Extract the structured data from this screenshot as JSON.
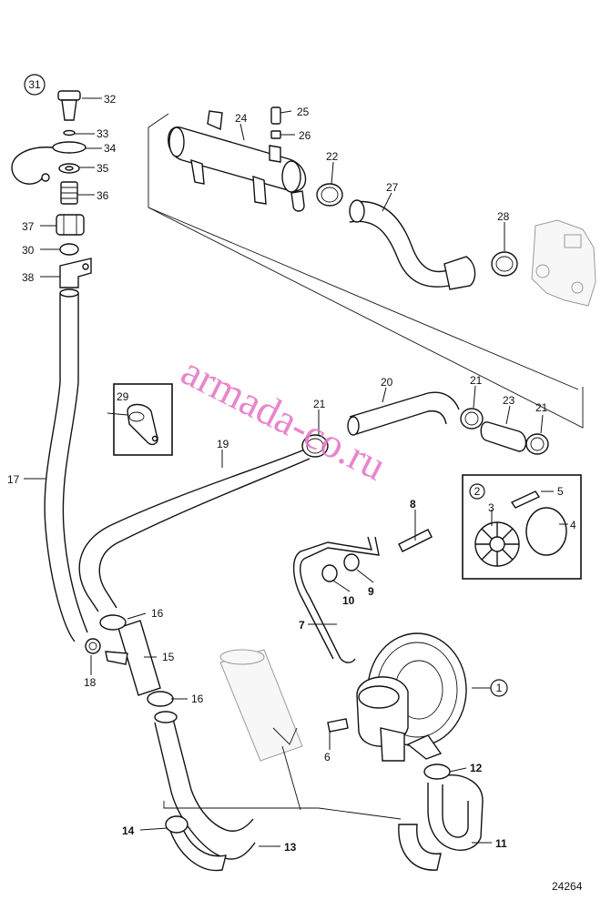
{
  "drawing_number": "24264",
  "watermark": "armada-co.ru",
  "callouts": {
    "c1": "1",
    "c2": "2",
    "c3": "3",
    "c4": "4",
    "c5": "5",
    "c6": "6",
    "c7": "7",
    "c8": "8",
    "c9": "9",
    "c10": "10",
    "c11": "11",
    "c12": "12",
    "c13": "13",
    "c14": "14",
    "c15": "15",
    "c16a": "16",
    "c16b": "16",
    "c17": "17",
    "c18": "18",
    "c19": "19",
    "c20": "20",
    "c21a": "21",
    "c21b": "21",
    "c21c": "21",
    "c22": "22",
    "c23": "23",
    "c24": "24",
    "c25": "25",
    "c26": "26",
    "c27": "27",
    "c28": "28",
    "c29": "29",
    "c30": "30",
    "c31": "31",
    "c32": "32",
    "c33": "33",
    "c34": "34",
    "c35": "35",
    "c36": "36",
    "c37": "37",
    "c38": "38"
  }
}
